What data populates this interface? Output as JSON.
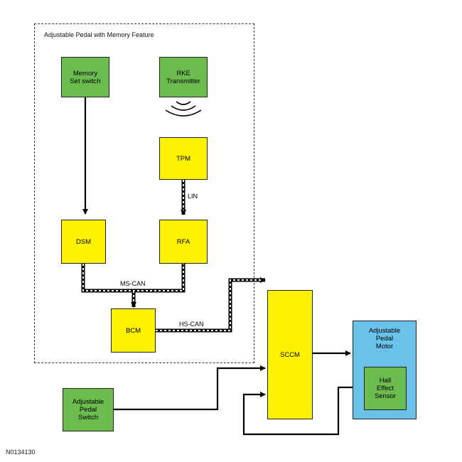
{
  "frame_title": "Adjustable Pedal with Memory Feature",
  "modules": {
    "memory_set_switch": "Memory\nSet switch",
    "rke_transmitter": "RKE\nTransmitter",
    "tpm": "TPM",
    "dsm": "DSM",
    "rfa": "RFA",
    "bcm": "BCM",
    "sccm": "SCCM",
    "adjustable_pedal_motor": "Adjustable\nPedal\nMotor",
    "hall_effect_sensor": "Hall\nEffect\nSensor",
    "adjustable_pedal_switch": "Adjustable\nPedal\nSwitch"
  },
  "buses": {
    "lin": "LIN",
    "ms_can": "MS-CAN",
    "hs_can": "HS-CAN"
  },
  "figure_code": "N0134130",
  "colors": {
    "switch_module": "#6cbb4f",
    "control_module": "#fff200",
    "motor_housing": "#6ac1ea"
  }
}
